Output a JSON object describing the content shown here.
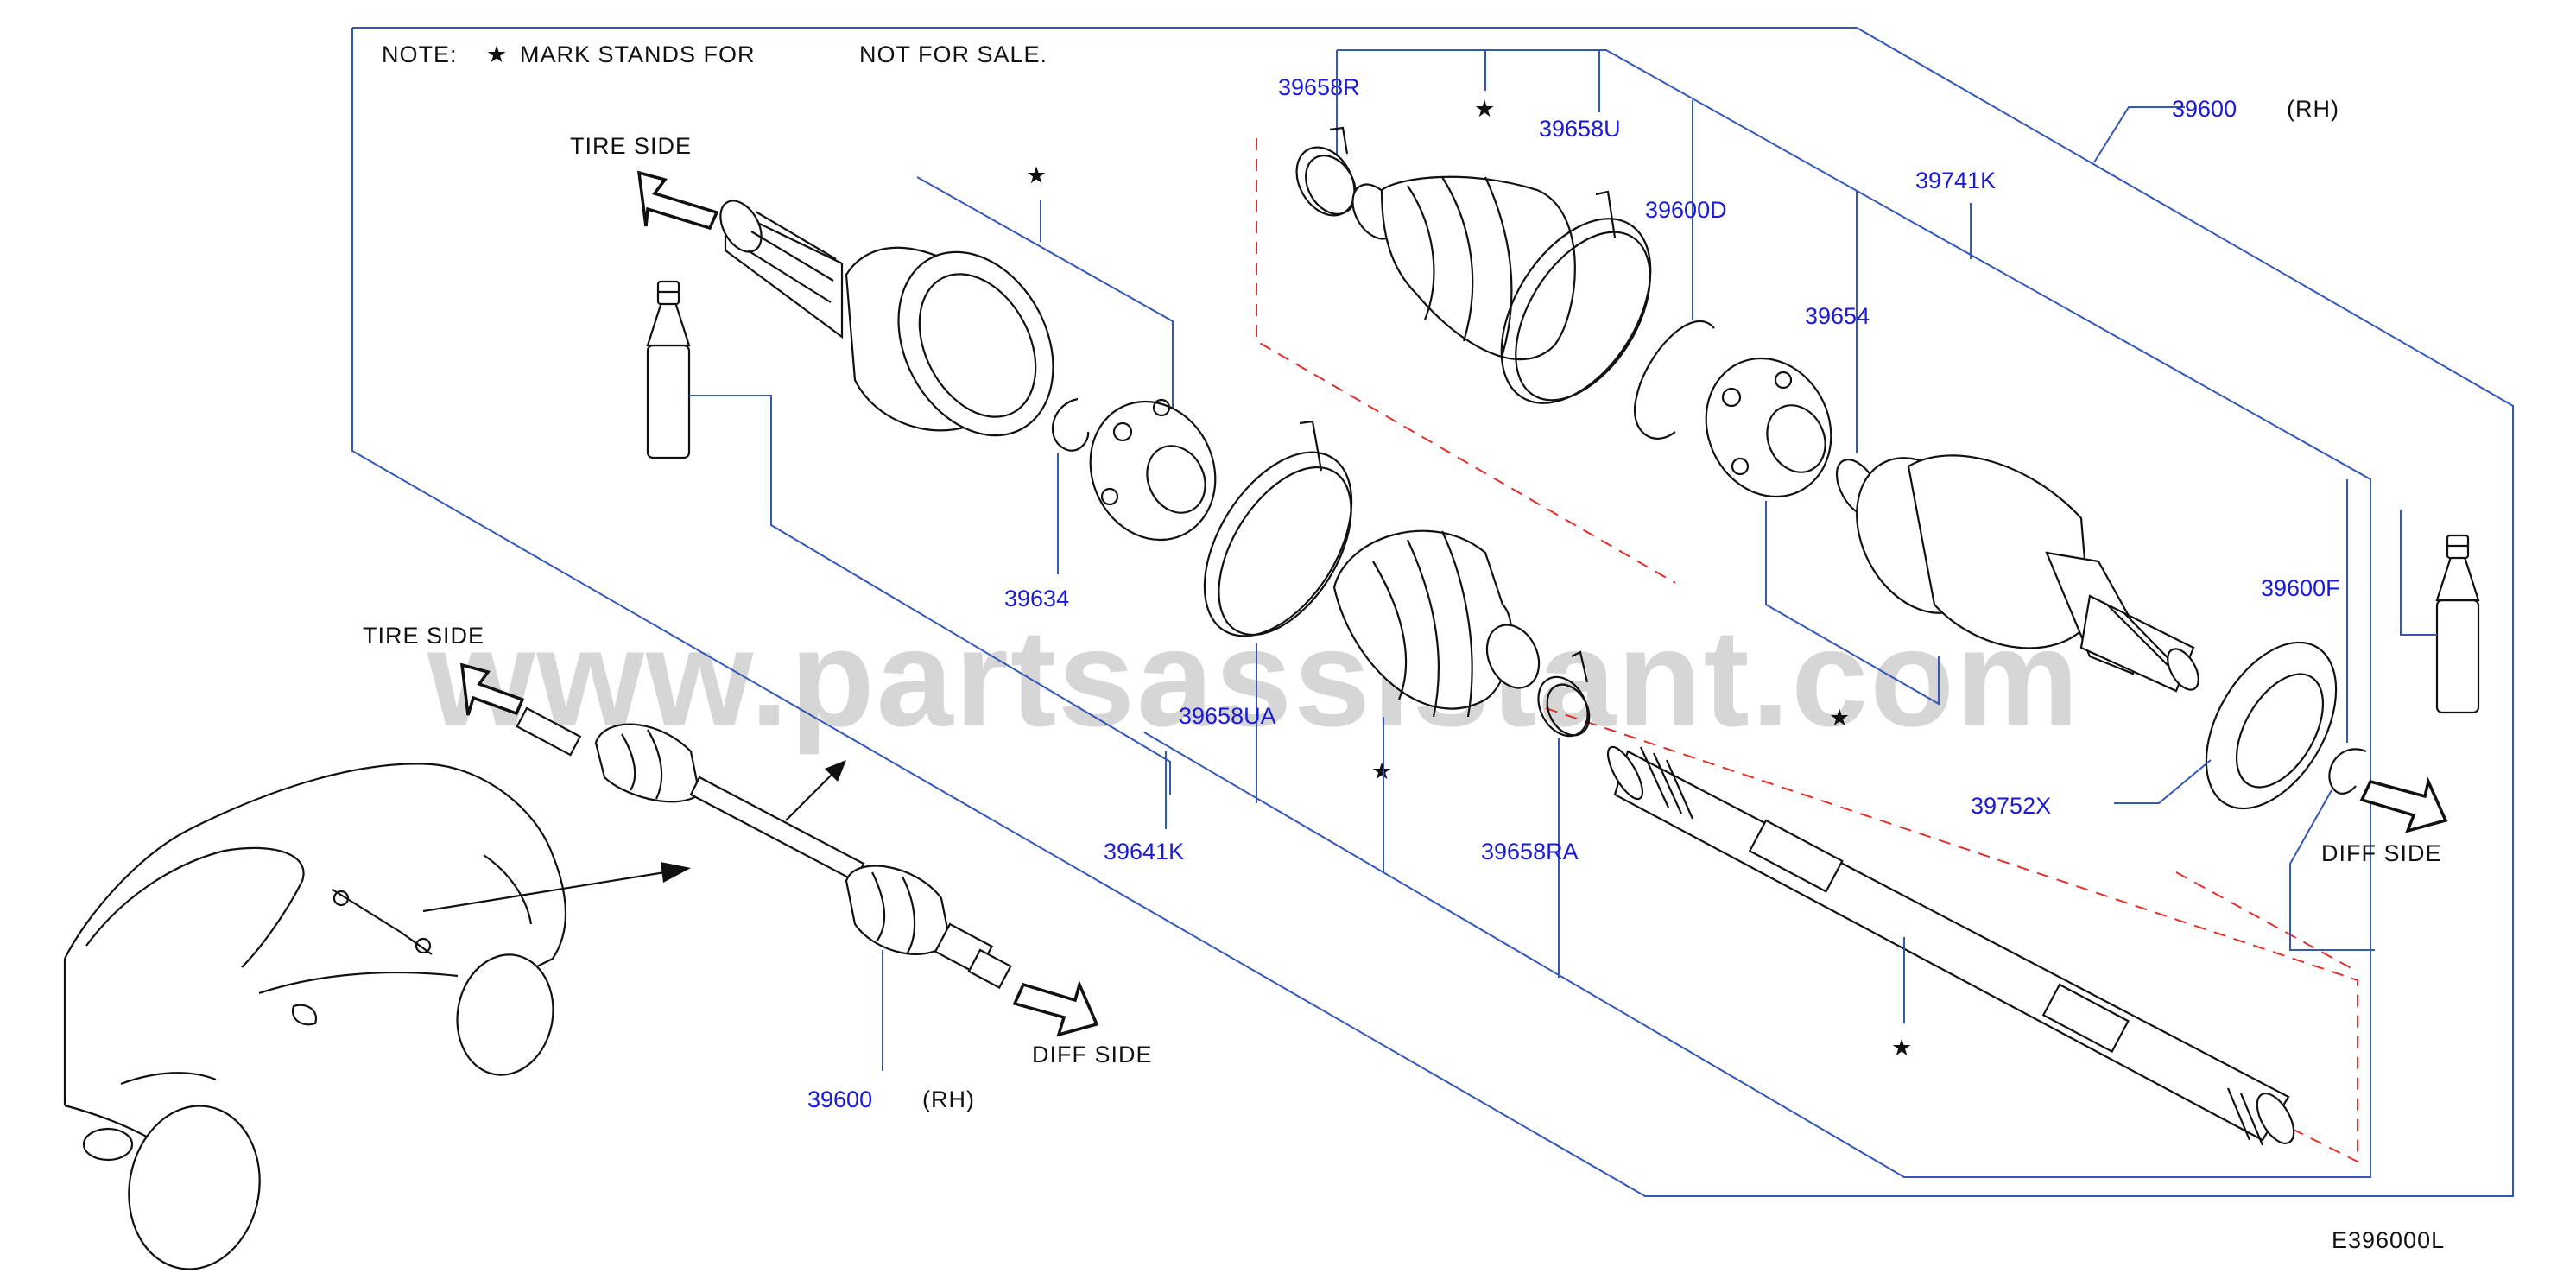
{
  "note": {
    "prefix": "NOTE:",
    "star_glyph": "★",
    "text_part1": "MARK   STANDS   FOR",
    "text_part2": "NOT   FOR   SALE."
  },
  "watermark": "www.partsassistant.com",
  "diagram_code": "E396000L",
  "directions": {
    "tire_side_upper": "TIRE   SIDE",
    "tire_side_lower": "TIRE   SIDE",
    "diff_side_right": "DIFF    SIDE",
    "diff_side_lower": "DIFF    SIDE"
  },
  "star_glyph": "★",
  "colors": {
    "callout": "#1a1ad6",
    "leader": "#3557b5",
    "dashed": "#e0302a",
    "watermark": "#d6d6d6"
  },
  "callouts": {
    "p39600_top": "39600",
    "p39600_top_side": "(RH)",
    "p39658R": "39658R",
    "p39658U": "39658U",
    "p39600D": "39600D",
    "p39741K": "39741K",
    "p39654": "39654",
    "p39634": "39634",
    "p39658UA": "39658UA",
    "p39641K": "39641K",
    "p39658RA": "39658RA",
    "p39600F": "39600F",
    "p39752X": "39752X",
    "p39600_bottom": "39600",
    "p39600_bottom_side": "(RH)"
  }
}
